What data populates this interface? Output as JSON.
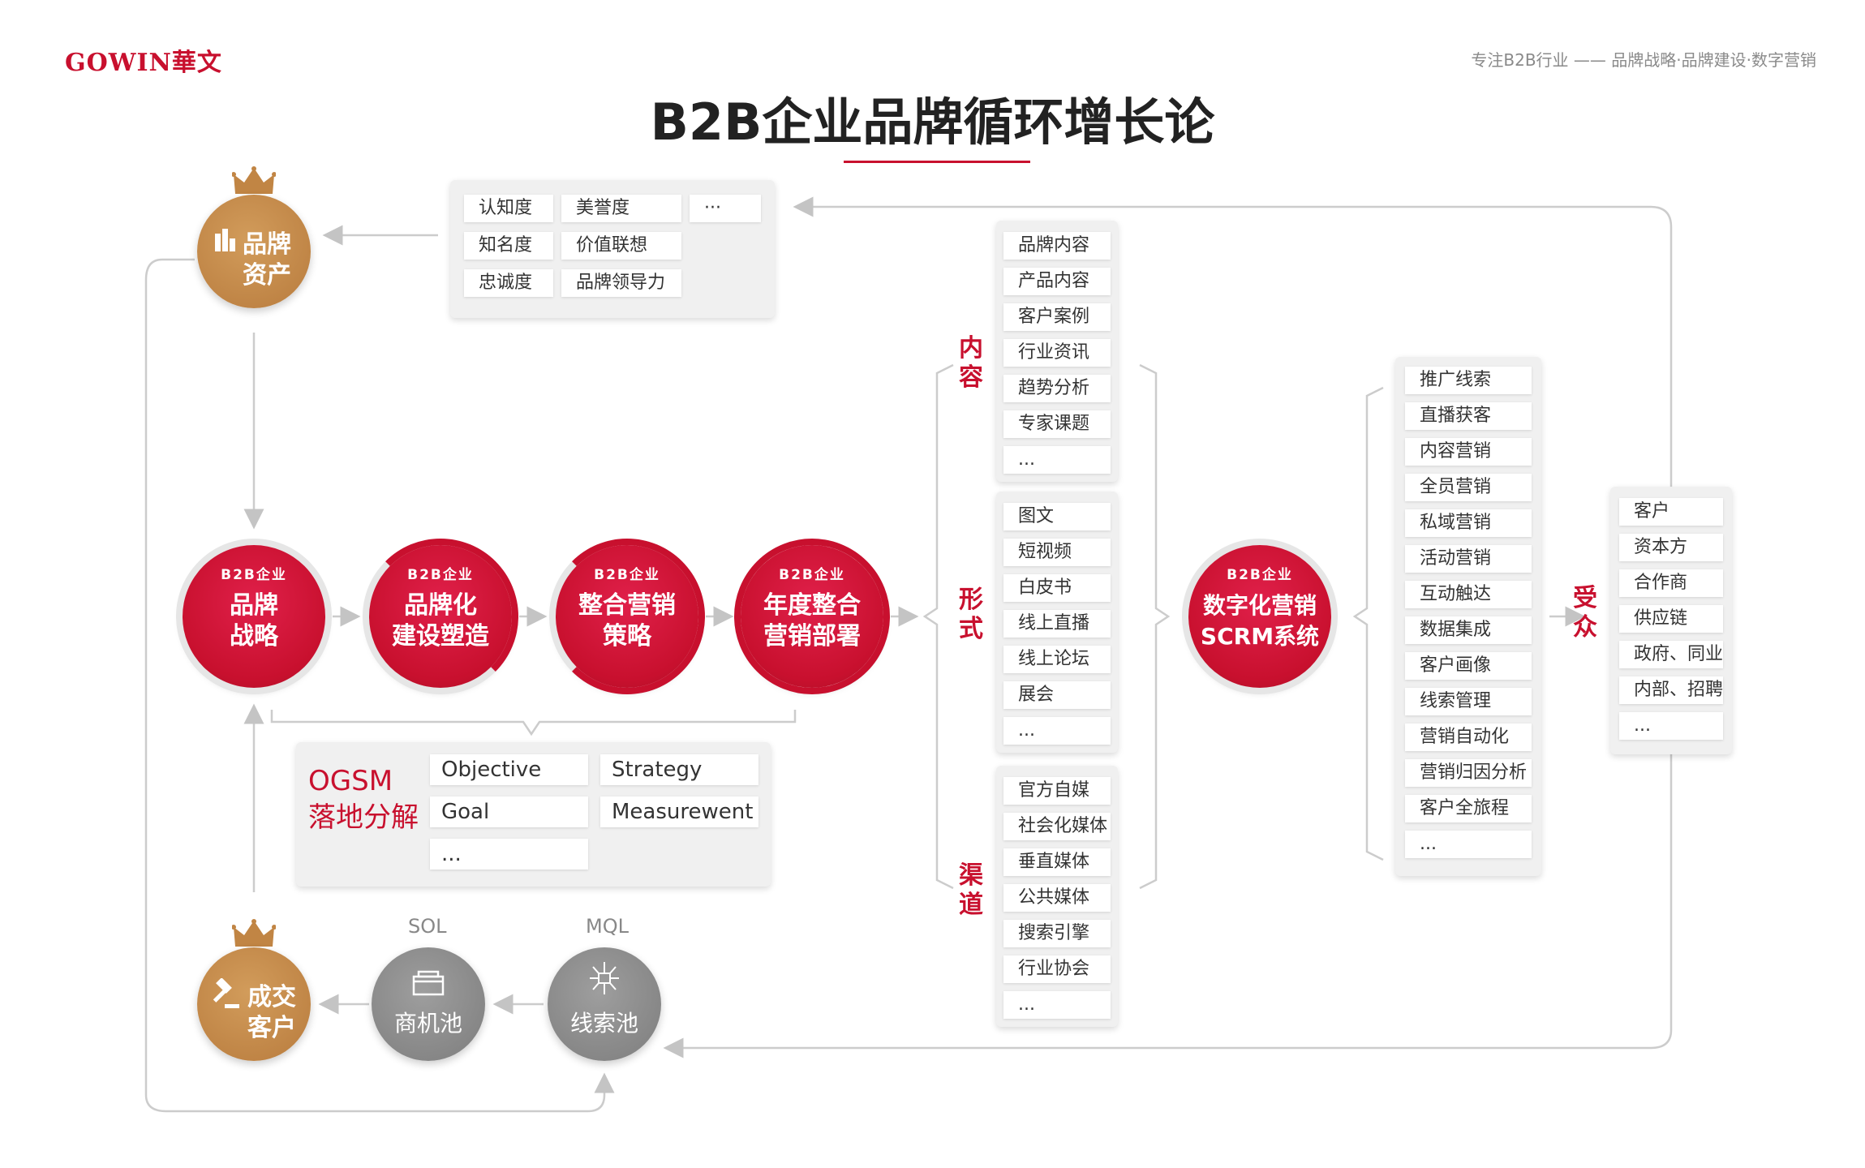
{
  "header": {
    "logo": "GOWIN華文",
    "tagline": "专注B2B行业 —— 品牌战略·品牌建设·数字营销",
    "title": "B2B企业品牌循环增长论"
  },
  "brand_asset": {
    "label1": "品牌",
    "label2": "资产",
    "icon": "building-chart-icon"
  },
  "asset_metrics": [
    "认知度",
    "美誉度",
    "···",
    "知名度",
    "价值联想",
    "忠诚度",
    "品牌领导力"
  ],
  "steps": [
    {
      "top": "B2B企业",
      "line1": "品牌",
      "line2": "战略"
    },
    {
      "top": "B2B企业",
      "line1": "品牌化",
      "line2": "建设塑造"
    },
    {
      "top": "B2B企业",
      "line1": "整合营销",
      "line2": "策略"
    },
    {
      "top": "B2B企业",
      "line1": "年度整合",
      "line2": "营销部署"
    }
  ],
  "ogsm": {
    "label1": "OGSM",
    "label2": "落地分解",
    "items": [
      "Objective",
      "Strategy",
      "Goal",
      "Measurewent",
      "..."
    ]
  },
  "content": {
    "label": "内容",
    "items": [
      "品牌内容",
      "产品内容",
      "客户案例",
      "行业资讯",
      "趋势分析",
      "专家课题",
      "..."
    ]
  },
  "form": {
    "label": "形式",
    "items": [
      "图文",
      "短视频",
      "白皮书",
      "线上直播",
      "线上论坛",
      "展会",
      "..."
    ]
  },
  "channel": {
    "label": "渠道",
    "items": [
      "官方自媒",
      "社会化媒体",
      "垂直媒体",
      "公共媒体",
      "搜索引擎",
      "行业协会",
      "..."
    ]
  },
  "scrm": {
    "top": "B2B企业",
    "line1": "数字化营销",
    "line2": "SCRM系统"
  },
  "scrm_features": [
    "推广线索",
    "直播获客",
    "内容营销",
    "全员营销",
    "私域营销",
    "活动营销",
    "互动触达",
    "数据集成",
    "客户画像",
    "线索管理",
    "营销自动化",
    "营销归因分析",
    "客户全旅程",
    "..."
  ],
  "audience": {
    "label": "受众",
    "items": [
      "客户",
      "资本方",
      "合作商",
      "供应链",
      "政府、同业",
      "内部、招聘",
      "..."
    ]
  },
  "pools": {
    "mql_tag": "MQL",
    "lead_pool": "线索池",
    "lead_icon": "network-icon",
    "sql_tag": "SOL",
    "opp_pool": "商机池",
    "opp_icon": "box-icon"
  },
  "customer": {
    "label1": "成交",
    "label2": "客户",
    "icon": "gavel-icon"
  }
}
